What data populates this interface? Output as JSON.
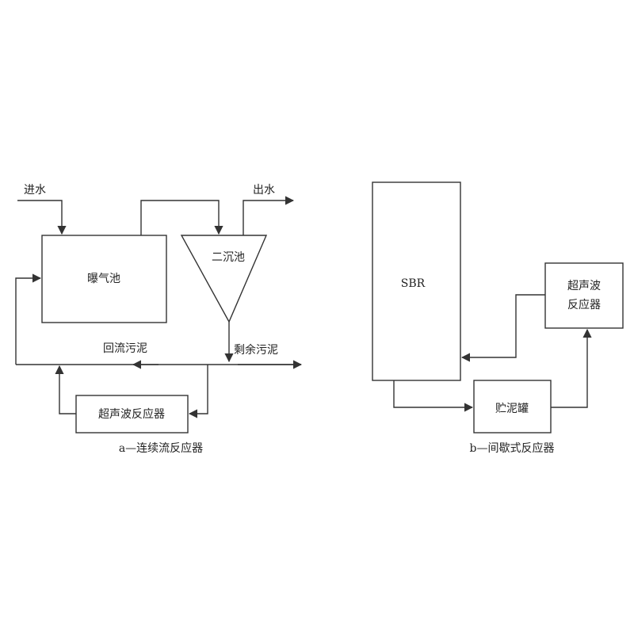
{
  "diagram_a": {
    "caption": "a—连续流反应器",
    "inflow_label": "进水",
    "outflow_label": "出水",
    "aeration_tank": "曝气池",
    "secondary_clarifier": "二沉池",
    "return_sludge": "回流污泥",
    "excess_sludge": "剩余污泥",
    "ultrasonic_reactor": "超声波反应器"
  },
  "diagram_b": {
    "caption": "b—间歇式反应器",
    "sbr": "SBR",
    "ultrasonic_line1": "超声波",
    "ultrasonic_line2": "反应器",
    "sludge_tank": "贮泥罐"
  },
  "colors": {
    "stroke": "#333333",
    "text": "#222222",
    "background": "#ffffff"
  }
}
